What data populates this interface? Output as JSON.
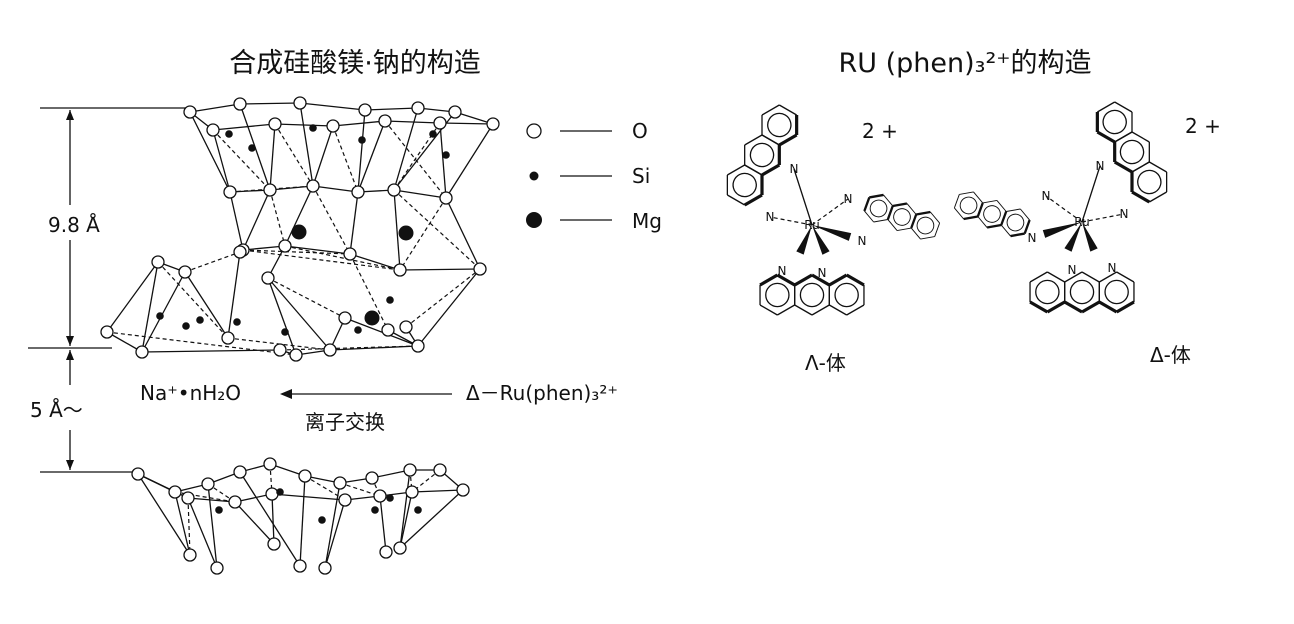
{
  "left_panel": {
    "title": "合成硅酸镁·钠的构造",
    "legend": [
      {
        "symbol": "open-circle",
        "label": "O"
      },
      {
        "symbol": "small-dot",
        "label": "Si"
      },
      {
        "symbol": "large-dot",
        "label": "Mg"
      }
    ],
    "dim_layer": "9.8 Å",
    "dim_gap": "5 Å～",
    "interlayer": "Na⁺•nH₂O",
    "arrow_source": "Δ－Ru(phen)₃²⁺",
    "arrow_caption": "离子交换"
  },
  "right_panel": {
    "title": "RU (phen)₃²⁺的构造",
    "lambda_label": "Λ-体",
    "delta_label": "Δ-体",
    "charge_left": "2 +",
    "charge_right": "2 +",
    "center_atom": "Ru",
    "donor_atom": "N"
  }
}
